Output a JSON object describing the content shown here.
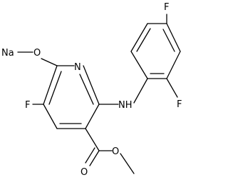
{
  "molecule": {
    "atoms": {
      "na": "Na",
      "o_ether": "O",
      "n_pyridine": "N",
      "f_pyridine": "F",
      "nh": "NH",
      "f_top": "F",
      "f_ortho": "F",
      "o_carbonyl": "O",
      "o_ester": "O"
    }
  }
}
